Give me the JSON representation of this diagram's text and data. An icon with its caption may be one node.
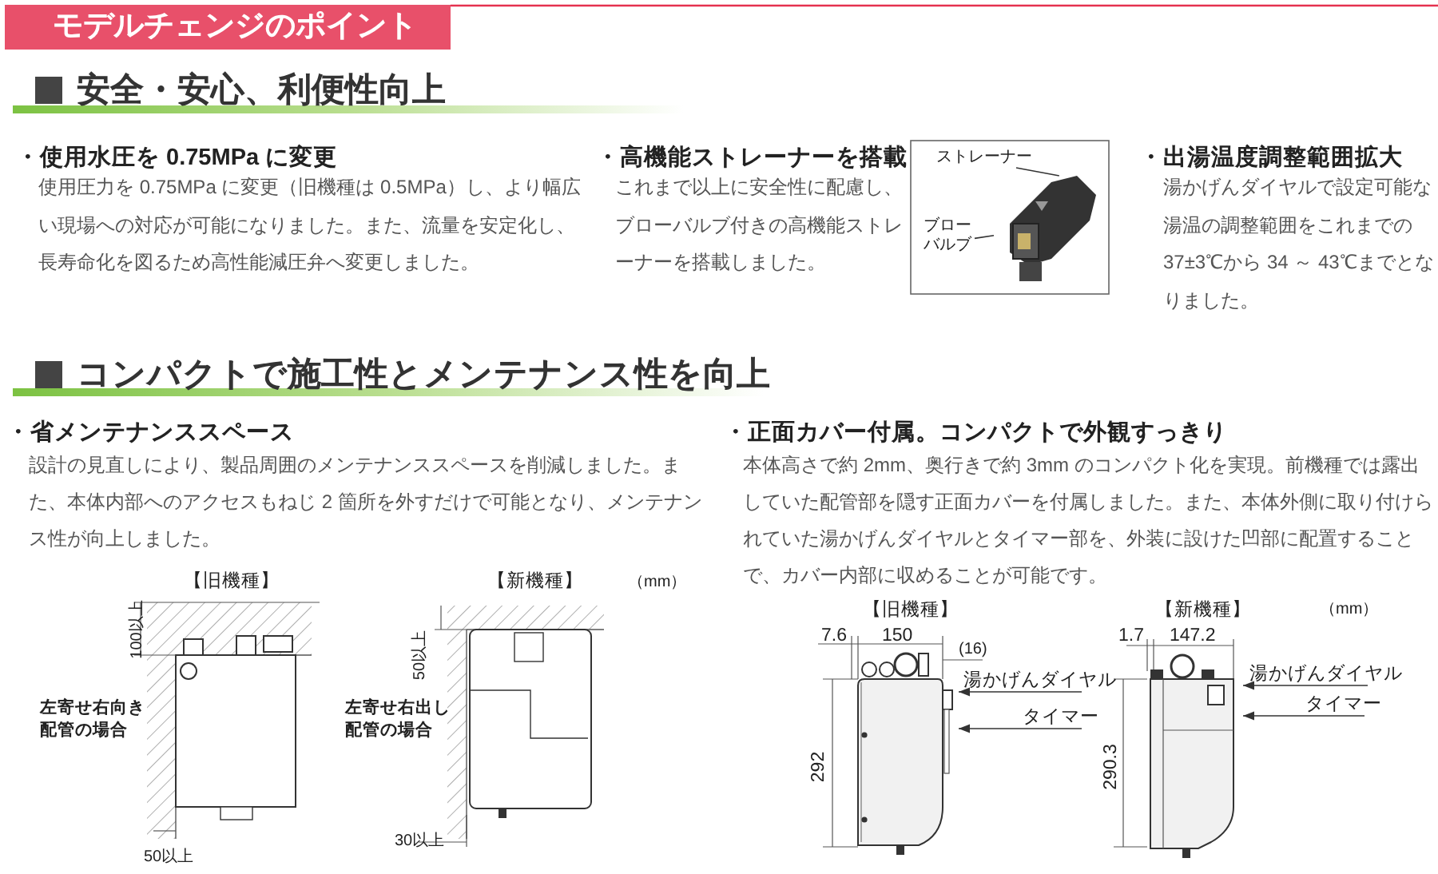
{
  "diagram": {
    "nodes": [
      {
        "text": [
          "モデルチェンジのポイント"
        ]
      },
      {
        "text": [
          "ストレーナー"
        ]
      },
      {
        "text": [
          "ブローバルブ"
        ]
      },
      {
        "text": [],
        "shape": "picture"
      },
      {
        "text": [],
        "shape": "picture"
      },
      {
        "text": [
          "湯かげんダイヤル"
        ]
      },
      {
        "text": [
          "タイマー"
        ]
      },
      {
        "text": [],
        "shape": "picture"
      },
      {
        "text": [
          "湯かげんダイヤル"
        ]
      },
      {
        "text": [
          "タイマー"
        ]
      }
    ],
    "edges": [
      {
        "from": 1,
        "to": 3,
        "arrow": "none"
      },
      {
        "from": 2,
        "to": 3,
        "arrow": "none"
      },
      {
        "from": 5,
        "to": 4,
        "arrow": "to"
      },
      {
        "from": 6,
        "to": 4,
        "arrow": "to"
      },
      {
        "from": 8,
        "to": 7,
        "arrow": "to"
      },
      {
        "from": 9,
        "to": 7,
        "arrow": "to"
      }
    ],
    "labels": [
      "安全・安心、利便性向上",
      "・使用水圧を 0.75MPa に変更",
      "使用圧力を 0.75MPa に変更（旧機種は 0.5MPa）し、より幅広い現場への対応が可能になりました。また、流量を安定化し、長寿命化を図るため高性能減圧弁へ変更しました。",
      "・高機能ストレーナーを搭載",
      "これまで以上に安全性に配慮し、ブローバルブ付きの高機能ストレーナーを搭載しました。",
      "・出湯温度調整範囲拡大",
      "湯かげんダイヤルで設定可能な湯温の調整範囲をこれまでの 37±3℃から 34 ～ 43℃までとなりました。",
      "コンパクトで施工性とメンテナンス性を向上",
      "・省メンテナンススペース",
      "設計の見直しにより、製品周囲のメンテナンススペースを削減しました。また、本体内部へのアクセスもねじ 2 箇所を外すだけで可能となり、メンテナンス性が向上しました。",
      "・正面カバー付属。コンパクトで外観すっきり",
      "本体高さで約 2mm、奥行きで約 3mm のコンパクト化を実現。前機種では露出していた配管部を隠す正面カバーを付属しました。また、本体外側に取り付けられていた湯かげんダイヤルとタイマー部を、外装に設けた凹部に配置することで、カバー内部に収めることが可能です。",
      "【旧機種】",
      "【新機種】",
      "（mm）",
      "100以上",
      "左寄せ右向き配管の場合",
      "50以上",
      "50以上",
      "左寄せ右出し配管の場合",
      "30以上",
      "【旧機種】",
      "【新機種】",
      "（mm）",
      "7.6",
      "150",
      "(16)",
      "292",
      "1.7",
      "147.2",
      "290.3"
    ]
  }
}
